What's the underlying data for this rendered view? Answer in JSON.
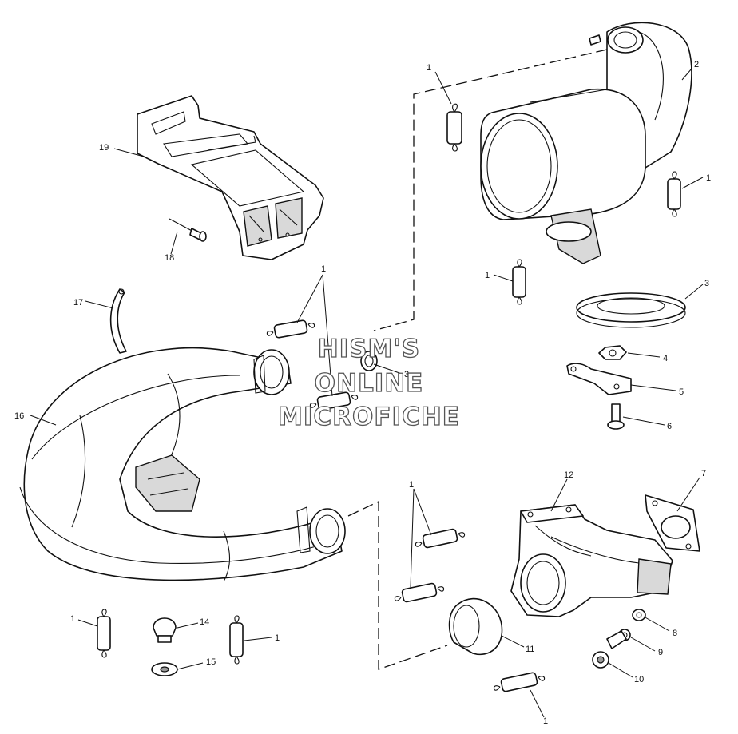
{
  "watermark": {
    "line1": "HISM'S",
    "line2": "ONLINE",
    "line3": "MICROFICHE"
  },
  "callouts": {
    "spring_muffler_top": "1",
    "muffler": "2",
    "spring_muffler_right": "1",
    "spring_muffler_left": "1",
    "gasket_muffler": "3",
    "nut": "4",
    "bracket": "5",
    "bolt": "6",
    "spring_center_top": "1",
    "seal_center": "3",
    "bracket_rear": "19",
    "rivet": "18",
    "strap": "17",
    "exhaust_pipe": "16",
    "spring_pipe_upper": "1",
    "spring_pipe_lower": "1",
    "flange_manifold": "7",
    "manifold": "12",
    "washer_manifold": "8",
    "lock_washer": "9",
    "manifold_bolt": "10",
    "pipe_seal": "11",
    "spring_bottom": "1",
    "spring_left": "1",
    "grommet": "14",
    "spring_left_second": "1",
    "washer": "15"
  }
}
